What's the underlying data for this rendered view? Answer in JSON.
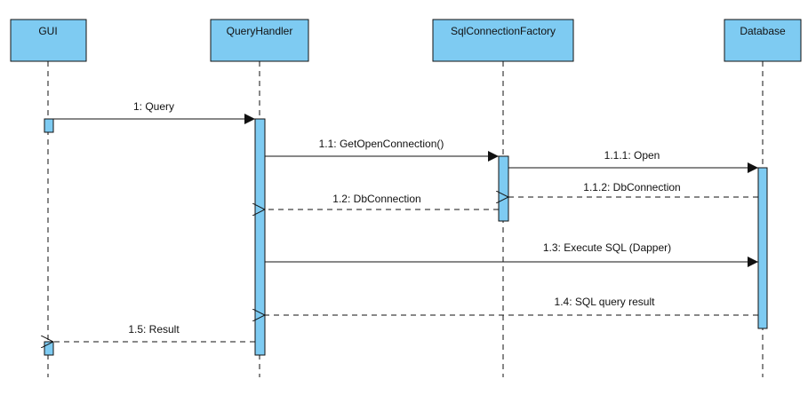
{
  "colors": {
    "box_fill": "#7ecbf2",
    "activation_fill": "#7ecbf2",
    "stroke": "#111111",
    "background": "#ffffff"
  },
  "participants": [
    {
      "id": "gui",
      "label": "GUI"
    },
    {
      "id": "query-handler",
      "label": "QueryHandler"
    },
    {
      "id": "sql-connection-factory",
      "label": "SqlConnectionFactory"
    },
    {
      "id": "database",
      "label": "Database"
    }
  ],
  "messages": [
    {
      "id": "m1",
      "from": "gui",
      "to": "query-handler",
      "label": "1: Query",
      "kind": "call"
    },
    {
      "id": "m1-1",
      "from": "query-handler",
      "to": "sql-connection-factory",
      "label": "1.1: GetOpenConnection()",
      "kind": "call"
    },
    {
      "id": "m1-1-1",
      "from": "sql-connection-factory",
      "to": "database",
      "label": "1.1.1: Open",
      "kind": "call"
    },
    {
      "id": "m1-1-2",
      "from": "database",
      "to": "sql-connection-factory",
      "label": "1.1.2: DbConnection",
      "kind": "return"
    },
    {
      "id": "m1-2",
      "from": "sql-connection-factory",
      "to": "query-handler",
      "label": "1.2: DbConnection",
      "kind": "return"
    },
    {
      "id": "m1-3",
      "from": "query-handler",
      "to": "database",
      "label": "1.3: Execute SQL (Dapper)",
      "kind": "call"
    },
    {
      "id": "m1-4",
      "from": "database",
      "to": "query-handler",
      "label": "1.4: SQL query result",
      "kind": "return"
    },
    {
      "id": "m1-5",
      "from": "query-handler",
      "to": "gui",
      "label": "1.5: Result",
      "kind": "return"
    }
  ]
}
